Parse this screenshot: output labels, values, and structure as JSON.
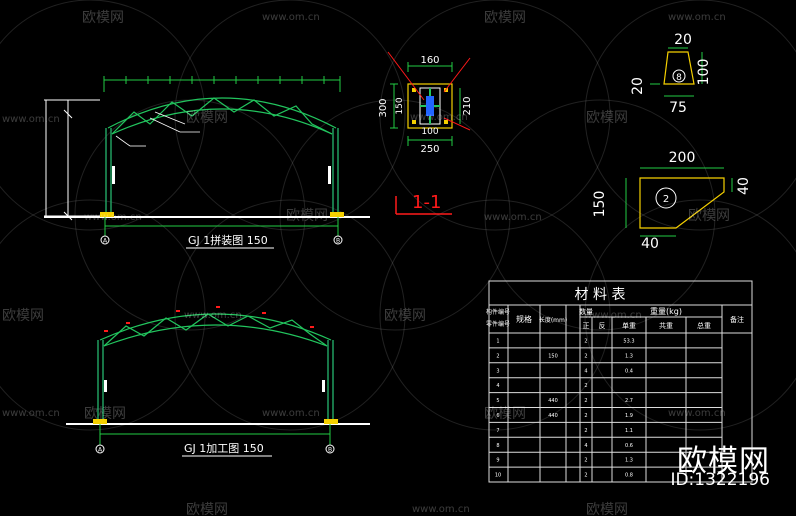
{
  "watermark": {
    "brand": "欧模网",
    "url": "www.om.cn"
  },
  "corner": {
    "brand": "欧模网",
    "id": "ID:1322196"
  },
  "drawing1": {
    "title": "GJ 1拼装图  150",
    "axis_left": "A",
    "axis_right": "B"
  },
  "drawing2": {
    "title": "GJ 1加工图  150",
    "axis_left": "A",
    "axis_right": "B"
  },
  "section": {
    "label": "1-1",
    "dim_top": "160",
    "dim_left": "300",
    "dim_inner_left": "150",
    "dim_right": "210",
    "dim_mid": "100",
    "dim_bottom": "250"
  },
  "plate1": {
    "dim_top": "20",
    "dim_left": "20",
    "dim_right": "100",
    "dim_bottom": "75",
    "tag": "8"
  },
  "plate2": {
    "dim_top": "200",
    "dim_left": "150",
    "dim_right": "40",
    "dim_bottom": "40",
    "tag": "2"
  },
  "material_table": {
    "title": "材  料  表",
    "headers": [
      "构件编号",
      "零件编号",
      "规格",
      "长度(mm)",
      "数量",
      "重量(kg)",
      "备注"
    ],
    "sub_headers": [
      "正",
      "反",
      "单重",
      "共重",
      "总重"
    ],
    "rows": [
      [
        "1",
        "",
        "",
        "",
        "2",
        "",
        "53.3",
        "",
        "",
        ""
      ],
      [
        "2",
        "",
        "",
        "150",
        "2",
        "",
        "1.3",
        "",
        "",
        ""
      ],
      [
        "3",
        "",
        "",
        "",
        "4",
        "",
        "0.4",
        "",
        "",
        ""
      ],
      [
        "4",
        "",
        "",
        "",
        "2",
        "",
        "",
        "",
        "",
        ""
      ],
      [
        "5",
        "",
        "",
        "440",
        "2",
        "",
        "2.7",
        "",
        "",
        ""
      ],
      [
        "6",
        "",
        "",
        "440",
        "2",
        "",
        "1.9",
        "",
        "",
        ""
      ],
      [
        "7",
        "",
        "",
        "",
        "2",
        "",
        "1.1",
        "",
        "",
        ""
      ],
      [
        "8",
        "",
        "",
        "",
        "4",
        "",
        "0.6",
        "",
        "",
        ""
      ],
      [
        "9",
        "",
        "",
        "",
        "2",
        "",
        "1.3",
        "",
        "",
        ""
      ],
      [
        "10",
        "",
        "",
        "",
        "2",
        "",
        "0.8",
        "",
        "",
        ""
      ]
    ]
  },
  "colors": {
    "truss": "#22c55e",
    "frame": "#22aa66",
    "dimension": "#22cc44",
    "text": "#ffffff",
    "accent_red": "#ff1a1a",
    "yellow": "#f5d000",
    "table_line": "#dddddd"
  }
}
